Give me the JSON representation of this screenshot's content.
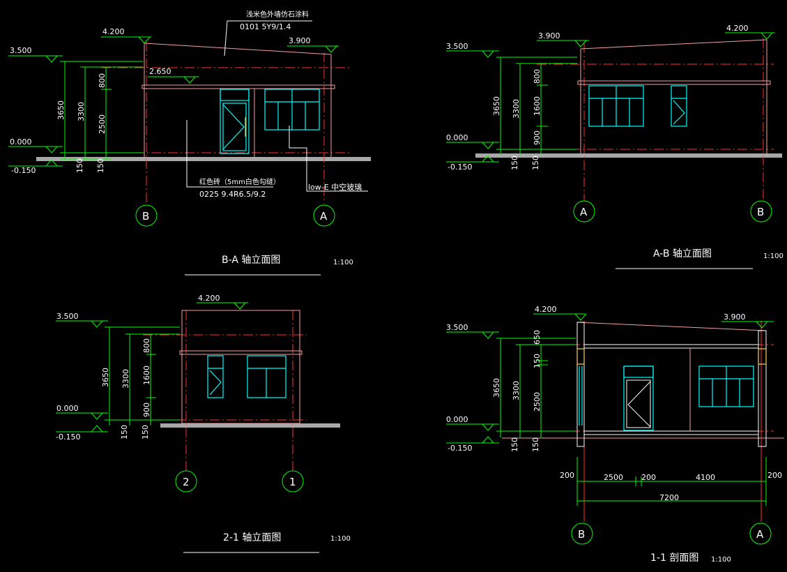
{
  "drawings": {
    "ba": {
      "title": "B-A 轴立面图",
      "scale": "1:100",
      "levels": {
        "top_left": "4.200",
        "top_right": "3.900",
        "parapet": "3.500",
        "canopy": "2.650",
        "ground": "0.000",
        "minus": "-0.150"
      },
      "dims": {
        "total": "3650",
        "height": "3300",
        "upper": "800",
        "lower": "2500",
        "base1": "150",
        "base2": "150"
      },
      "notes": {
        "coating": "浅米色外墙仿石涂料",
        "coating_code": "0101    5Y9/1.4",
        "brick": "红色砖（5mm白色勾缝）",
        "brick_code": "0225  9.4R6.5/9.2",
        "glass": "low-E  中空玻璃"
      },
      "axes": {
        "left": "B",
        "right": "A"
      }
    },
    "ab": {
      "title": "A-B 轴立面图",
      "scale": "1:100",
      "levels": {
        "parapet": "3.500",
        "top_left": "3.900",
        "top_right": "4.200",
        "ground": "0.000",
        "minus": "-0.150"
      },
      "dims": {
        "total": "3650",
        "height": "3300",
        "upper": "800",
        "mid": "1600",
        "low": "900",
        "base1": "150",
        "base2": "150"
      },
      "axes": {
        "left": "A",
        "right": "B"
      }
    },
    "e21": {
      "title": "2-1 轴立面图",
      "scale": "1:100",
      "levels": {
        "top": "4.200",
        "parapet": "3.500",
        "ground": "0.000",
        "minus": "-0.150"
      },
      "dims": {
        "total": "3650",
        "height": "3300",
        "upper": "800",
        "mid": "1600",
        "low": "900",
        "base1": "150",
        "base2": "150"
      },
      "axes": {
        "left": "2",
        "right": "1"
      }
    },
    "s11": {
      "title": "1-1 剖面图",
      "scale": "1:100",
      "levels": {
        "top_left": "4.200",
        "top_right": "3.900",
        "parapet": "3.500",
        "ground": "0.000",
        "minus": "-0.150"
      },
      "dims": {
        "total": "3650",
        "height": "3300",
        "upper": "650",
        "mid": "150",
        "low": "2500",
        "base1": "150",
        "base2": "150"
      },
      "plan_dims": {
        "d1": "200",
        "d2": "2500",
        "d3": "200",
        "d4": "4100",
        "d5": "200",
        "overall": "7200"
      },
      "axes": {
        "left": "B",
        "right": "A"
      }
    }
  },
  "colors": {
    "background": "#000000",
    "dimension": "#00ff00",
    "axis_line": "#ff3030",
    "wall": "#f4a0a0",
    "window": "#00ffff",
    "ground": "#a8a8a8",
    "text": "#ffffff"
  }
}
